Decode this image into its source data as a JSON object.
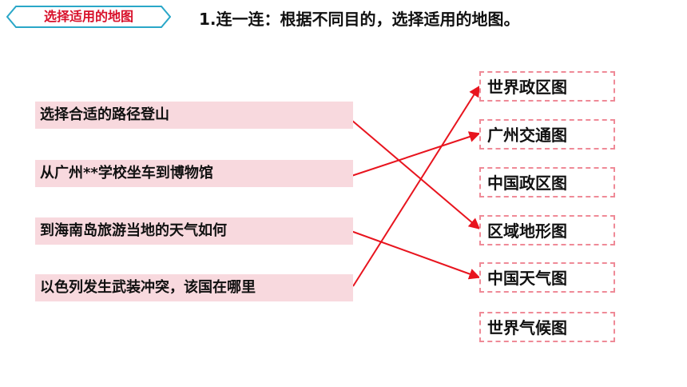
{
  "tag": {
    "label": "选择适用的地图"
  },
  "heading": "1.连一连：根据不同目的，选择适用的地图。",
  "left_items": [
    "选择合适的路径登山",
    "从广州**学校坐车到博物馆",
    "到海南岛旅游当地的天气如何",
    "以色列发生武装冲突，该国在哪里"
  ],
  "right_items": [
    "世界政区图",
    "广州交通图",
    "中国政区图",
    "区域地形图",
    "中国天气图",
    "世界气候图"
  ],
  "connections": [
    {
      "from": 0,
      "to": 3
    },
    {
      "from": 1,
      "to": 1
    },
    {
      "from": 2,
      "to": 4
    },
    {
      "from": 3,
      "to": 0
    }
  ],
  "colors": {
    "accent_red": "#d8102a",
    "line_red": "#e8141e",
    "left_fill": "#f8d9de",
    "right_border": "#ef8a97",
    "tag_border": "#2aa7c8"
  }
}
